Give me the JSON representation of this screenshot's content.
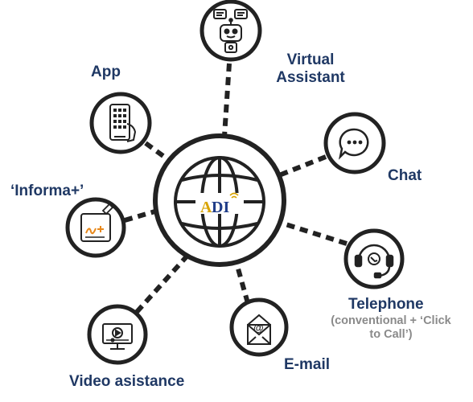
{
  "hub": {
    "logo_text": "ADI",
    "icon": "globe-icon"
  },
  "channels": {
    "virtual_assistant": {
      "line1": "Virtual",
      "line2": "Assistant",
      "icon": "robot-icon"
    },
    "app": {
      "label": "App",
      "icon": "mobile-app-icon"
    },
    "chat": {
      "label": "Chat",
      "icon": "chat-bubble-icon"
    },
    "informa": {
      "label": "‘Informa+’",
      "icon": "signature-tablet-icon"
    },
    "telephone": {
      "label": "Telephone",
      "sub_line1": "(conventional + ‘Click",
      "sub_line2": "to Call’)",
      "icon": "headset-icon"
    },
    "email": {
      "label": "E-mail",
      "icon": "email-envelope-icon"
    },
    "video": {
      "label": "Video asistance",
      "icon": "video-monitor-icon"
    }
  },
  "colors": {
    "label": "#1f3864",
    "sublabel": "#8a8a8a",
    "stroke": "#222222",
    "logo_blue": "#1f3c88",
    "logo_gold": "#d9a400",
    "pen_orange": "#e8891c"
  }
}
